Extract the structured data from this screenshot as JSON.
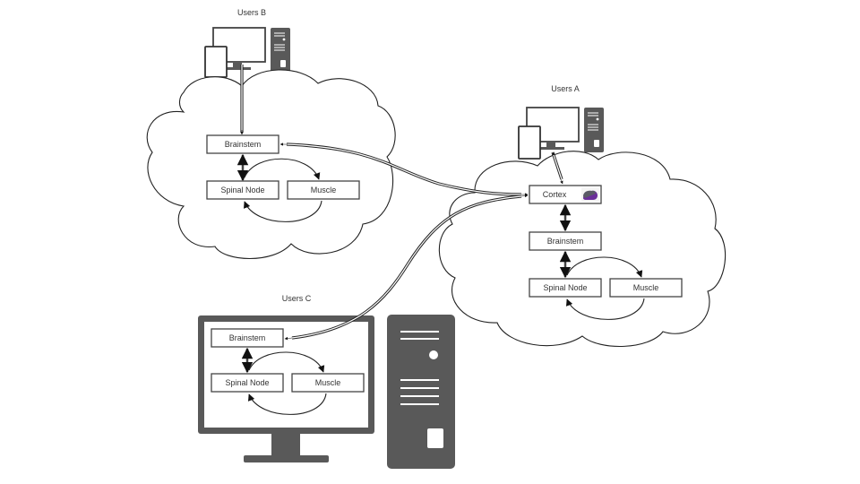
{
  "diagram": {
    "groups": [
      {
        "id": "users-b",
        "label": "Users B",
        "container": "cloud",
        "nodes": [
          "Brainstem",
          "Spinal Node",
          "Muscle"
        ]
      },
      {
        "id": "users-a",
        "label": "Users A",
        "container": "cloud",
        "nodes": [
          "Cortex",
          "Brainstem",
          "Spinal Node",
          "Muscle"
        ]
      },
      {
        "id": "users-c",
        "label": "Users C",
        "container": "desktop-monitor",
        "nodes": [
          "Brainstem",
          "Spinal Node",
          "Muscle"
        ]
      }
    ],
    "labels": {
      "users_a": "Users A",
      "users_b": "Users B",
      "users_c": "Users C",
      "cortex": "Cortex",
      "brainstem": "Brainstem",
      "spinal_node": "Spinal Node",
      "muscle": "Muscle"
    },
    "edges": [
      {
        "from": "Users B devices",
        "to": "Users B Brainstem",
        "style": "double-arrow"
      },
      {
        "from": "Users B Brainstem",
        "to": "Users B Spinal Node",
        "style": "bidirectional"
      },
      {
        "from": "Users B Spinal Node",
        "to": "Users B Muscle",
        "style": "curved-arrow"
      },
      {
        "from": "Users B Muscle",
        "to": "Users B Spinal Node",
        "style": "curved-arrow"
      },
      {
        "from": "Users A devices",
        "to": "Users A Cortex",
        "style": "double-arrow"
      },
      {
        "from": "Users A Cortex",
        "to": "Users B Brainstem",
        "style": "double-arrow"
      },
      {
        "from": "Users C Brainstem",
        "to": "Users A Cortex",
        "style": "double-arrow"
      },
      {
        "from": "Users A Cortex",
        "to": "Users A Brainstem",
        "style": "bidirectional"
      },
      {
        "from": "Users A Brainstem",
        "to": "Users A Spinal Node",
        "style": "bidirectional"
      },
      {
        "from": "Users A Spinal Node",
        "to": "Users A Muscle",
        "style": "curved-arrow"
      },
      {
        "from": "Users A Muscle",
        "to": "Users A Spinal Node",
        "style": "curved-arrow"
      },
      {
        "from": "Users C Brainstem",
        "to": "Users C Spinal Node",
        "style": "bidirectional"
      },
      {
        "from": "Users C Spinal Node",
        "to": "Users C Muscle",
        "style": "curved-arrow"
      },
      {
        "from": "Users C Muscle",
        "to": "Users C Spinal Node",
        "style": "curved-arrow"
      }
    ],
    "icons": {
      "cortex_badge": "purple-cloud-icon",
      "user_devices": "desktop-tablet-tower-icon"
    },
    "colors": {
      "device_gray": "#595959",
      "cortex_icon_purple": "#6a2d9a",
      "cortex_icon_gray": "#5a5a66",
      "line": "#222222"
    }
  }
}
